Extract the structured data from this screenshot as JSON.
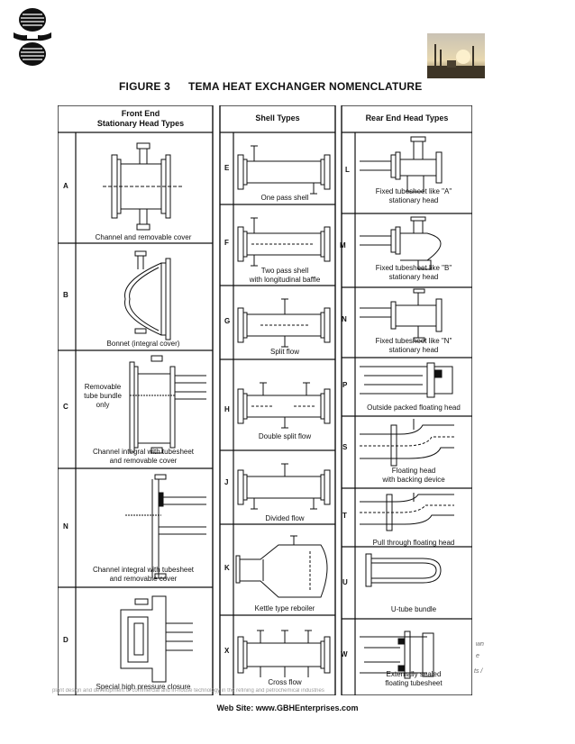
{
  "figure": {
    "label": "FIGURE 3",
    "title": "TEMA HEAT EXCHANGER NOMENCLATURE"
  },
  "columns": {
    "front": [
      "Front End",
      "Stationary Head Types"
    ],
    "shell": "Shell Types",
    "rear": "Rear End Head Types"
  },
  "front_heads": [
    {
      "letter": "A",
      "caption": [
        "Channel and removable cover"
      ]
    },
    {
      "letter": "B",
      "caption": [
        "Bonnet (integral cover)"
      ]
    },
    {
      "letter": "C",
      "caption": [
        "Channel integral with tubesheet",
        "and removable cover"
      ],
      "note": [
        "Removable",
        "tube bundle",
        "only"
      ]
    },
    {
      "letter": "N",
      "caption": [
        "Channel integral with tubesheet",
        "and removable cover"
      ]
    },
    {
      "letter": "D",
      "caption": [
        "Special high pressure closure"
      ]
    }
  ],
  "shells": [
    {
      "letter": "E",
      "caption": [
        "One pass shell"
      ]
    },
    {
      "letter": "F",
      "caption": [
        "Two pass shell",
        "with longitudinal baffle"
      ]
    },
    {
      "letter": "G",
      "caption": [
        "Split flow"
      ]
    },
    {
      "letter": "H",
      "caption": [
        "Double split flow"
      ]
    },
    {
      "letter": "J",
      "caption": [
        "Divided flow"
      ]
    },
    {
      "letter": "K",
      "caption": [
        "Kettle type reboiler"
      ]
    },
    {
      "letter": "X",
      "caption": [
        "Cross flow"
      ]
    }
  ],
  "rear_heads": [
    {
      "letter": "L",
      "caption": [
        "Fixed tubesheet like \"A\"",
        "stationary head"
      ]
    },
    {
      "letter": "M",
      "caption": [
        "Fixed tubesheet like \"B\"",
        "stationary head"
      ]
    },
    {
      "letter": "N",
      "caption": [
        "Fixed tubesheet like \"N\"",
        "stationary head"
      ]
    },
    {
      "letter": "P",
      "caption": [
        "Outside packed floating head"
      ]
    },
    {
      "letter": "S",
      "caption": [
        "Floating head",
        "with backing device"
      ]
    },
    {
      "letter": "T",
      "caption": [
        "Pull through floating head"
      ]
    },
    {
      "letter": "U",
      "caption": [
        "U-tube bundle"
      ]
    },
    {
      "letter": "W",
      "caption": [
        "Externally sealed",
        "floating tubesheet"
      ]
    }
  ],
  "side_fragments": [
    "wn",
    "e",
    "ts /"
  ],
  "footer_fragment": "plant design and development of commercial and in-house technology in the refining and petrochemical industries",
  "website": "Web Site: www.GBHEnterprises.com"
}
